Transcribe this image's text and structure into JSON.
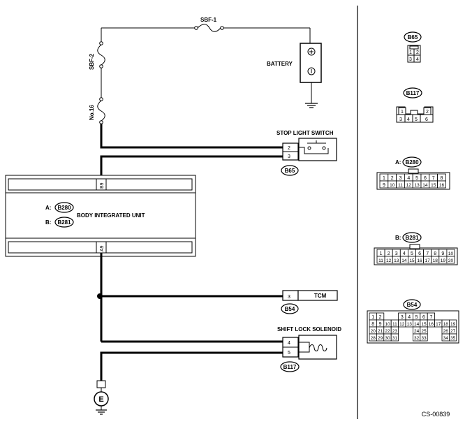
{
  "wiring": {
    "fuse_sbf1": "SBF-1",
    "fuse_sbf2": "SBF-2",
    "fuse_no16": "No.16",
    "battery": "BATTERY",
    "stop_light_switch": "STOP LIGHT SWITCH",
    "stop_light_pin_a": "2",
    "stop_light_pin_b": "3",
    "stop_light_conn": "B65",
    "biu_pin_top": "B9",
    "biu_pin_bottom": "A9",
    "biu_conn_a_prefix": "A:",
    "biu_conn_a": "B280",
    "biu_conn_b_prefix": "B:",
    "biu_conn_b": "B281",
    "biu_label": "BODY INTEGRATED UNIT",
    "tcm_pin": "3",
    "tcm_label": "TCM",
    "tcm_conn": "B54",
    "shift_lock_label": "SHIFT LOCK SOLENOID",
    "shift_lock_pin_a": "4",
    "shift_lock_pin_b": "5",
    "shift_lock_conn": "B117",
    "ground": "E"
  },
  "connectors": {
    "b65": {
      "id": "B65",
      "row1": [
        "1",
        "2"
      ],
      "row2": [
        "3",
        "4"
      ]
    },
    "b117": {
      "id": "B117",
      "row1": [
        "1",
        "2"
      ],
      "row2": [
        "3",
        "4",
        "5",
        "6"
      ]
    },
    "b280": {
      "prefix": "A:",
      "id": "B280",
      "row1": [
        "1",
        "2",
        "3",
        "4",
        "5",
        "6",
        "7",
        "8"
      ],
      "row2": [
        "9",
        "10",
        "11",
        "12",
        "13",
        "14",
        "15",
        "16"
      ]
    },
    "b281": {
      "prefix": "B:",
      "id": "B281",
      "row1": [
        "1",
        "2",
        "3",
        "4",
        "5",
        "6",
        "7",
        "8",
        "9",
        "10"
      ],
      "row2": [
        "11",
        "12",
        "13",
        "14",
        "15",
        "16",
        "17",
        "18",
        "19",
        "20"
      ]
    },
    "b54": {
      "id": "B54",
      "row1": [
        "1",
        "2",
        "3",
        "4",
        "5",
        "6",
        "7"
      ],
      "row2": [
        "8",
        "9",
        "10",
        "11",
        "12",
        "13",
        "14",
        "15",
        "16",
        "17",
        "18",
        "19"
      ],
      "row3": [
        "20",
        "21",
        "22",
        "23",
        "24",
        "25",
        "26",
        "27"
      ],
      "row4": [
        "28",
        "29",
        "30",
        "31",
        "32",
        "33",
        "34",
        "35"
      ]
    }
  },
  "footer": {
    "code": "CS-00839"
  }
}
